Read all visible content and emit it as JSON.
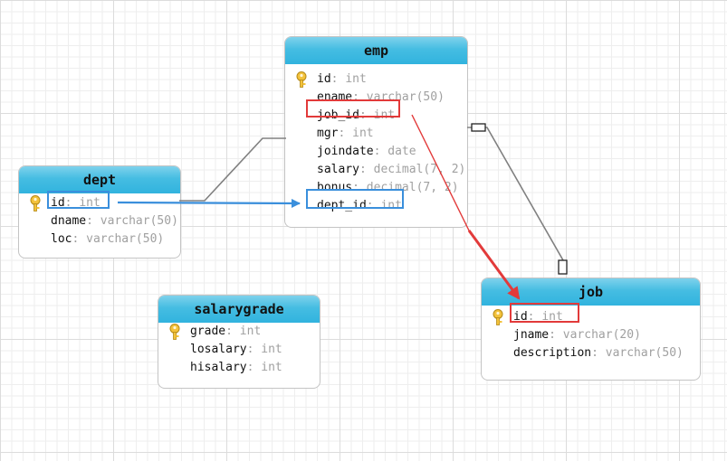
{
  "colors": {
    "header": "#31b3de",
    "highlight_red": "#e23a3a",
    "highlight_blue": "#3a8fdc",
    "relation_line": "#808080"
  },
  "tables": {
    "emp": {
      "name": "emp",
      "fields": [
        {
          "name": "id",
          "type": "int",
          "pk": true
        },
        {
          "name": "ename",
          "type": "varchar(50)",
          "pk": false
        },
        {
          "name": "job_id",
          "type": "int",
          "pk": false
        },
        {
          "name": "mgr",
          "type": "int",
          "pk": false
        },
        {
          "name": "joindate",
          "type": "date",
          "pk": false
        },
        {
          "name": "salary",
          "type": "decimal(7, 2)",
          "pk": false
        },
        {
          "name": "bonus",
          "type": "decimal(7, 2)",
          "pk": false
        },
        {
          "name": "dept_id",
          "type": "int",
          "pk": false
        }
      ]
    },
    "dept": {
      "name": "dept",
      "fields": [
        {
          "name": "id",
          "type": "int",
          "pk": true
        },
        {
          "name": "dname",
          "type": "varchar(50)",
          "pk": false
        },
        {
          "name": "loc",
          "type": "varchar(50)",
          "pk": false
        }
      ]
    },
    "salarygrade": {
      "name": "salarygrade",
      "fields": [
        {
          "name": "grade",
          "type": "int",
          "pk": true
        },
        {
          "name": "losalary",
          "type": "int",
          "pk": false
        },
        {
          "name": "hisalary",
          "type": "int",
          "pk": false
        }
      ]
    },
    "job": {
      "name": "job",
      "fields": [
        {
          "name": "id",
          "type": "int",
          "pk": true
        },
        {
          "name": "jname",
          "type": "varchar(20)",
          "pk": false
        },
        {
          "name": "description",
          "type": "varchar(50)",
          "pk": false
        }
      ]
    }
  },
  "relations": [
    {
      "from": "emp.dept_id",
      "to": "dept.id"
    },
    {
      "from": "emp.job_id",
      "to": "job.id"
    }
  ],
  "annotations": [
    {
      "from": "dept.id",
      "to": "emp.dept_id",
      "color": "blue"
    },
    {
      "from": "emp.job_id",
      "to": "job.id",
      "color": "red"
    }
  ]
}
